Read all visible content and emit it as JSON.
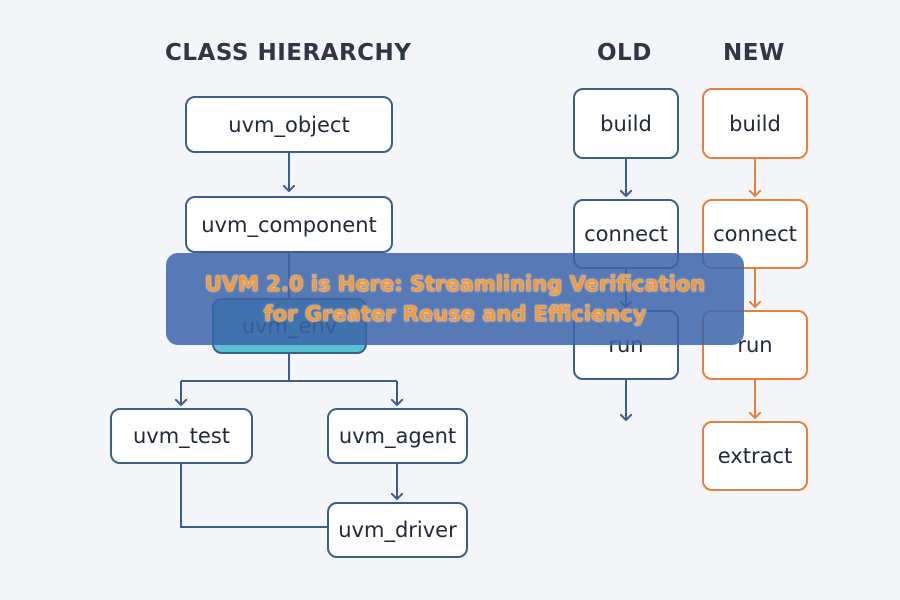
{
  "colors": {
    "background": "#f3f5f8",
    "old_border": "#3b5f8a",
    "new_border": "#e8803b",
    "highlight_fill": "#58c2d3",
    "banner_fill": "#3c64aa",
    "banner_text": "#f39a3c"
  },
  "hierarchy": {
    "heading": "CLASS HIERARCHY",
    "nodes": {
      "uvm_object": "uvm_object",
      "uvm_component": "uvm_component",
      "uvm_env": "uvm_env",
      "uvm_test": "uvm_test",
      "uvm_agent": "uvm_agent",
      "uvm_driver": "uvm_driver"
    }
  },
  "old_phases": {
    "heading": "OLD",
    "steps": [
      "build",
      "connect",
      "run"
    ]
  },
  "new_phases": {
    "heading": "NEW",
    "steps": [
      "build",
      "connect",
      "run",
      "extract"
    ]
  },
  "banner": {
    "line1": "UVM 2.0 is Here: Streamlining Verification",
    "line2": "for Greater Reuse and Efficiency"
  }
}
